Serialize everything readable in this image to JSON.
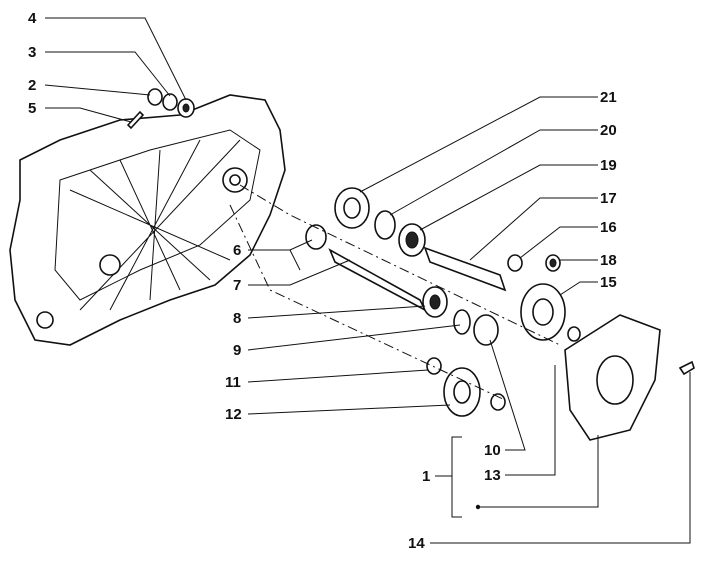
{
  "diagram": {
    "labels": {
      "l1": "1",
      "l2": "2",
      "l3": "3",
      "l4": "4",
      "l5": "5",
      "l6": "6",
      "l7": "7",
      "l8": "8",
      "l9": "9",
      "l10": "10",
      "l11": "11",
      "l12": "12",
      "l13": "13",
      "l14": "14",
      "l15": "15",
      "l16": "16",
      "l17": "17",
      "l18": "18",
      "l19": "19",
      "l20": "20",
      "l21": "21"
    }
  }
}
